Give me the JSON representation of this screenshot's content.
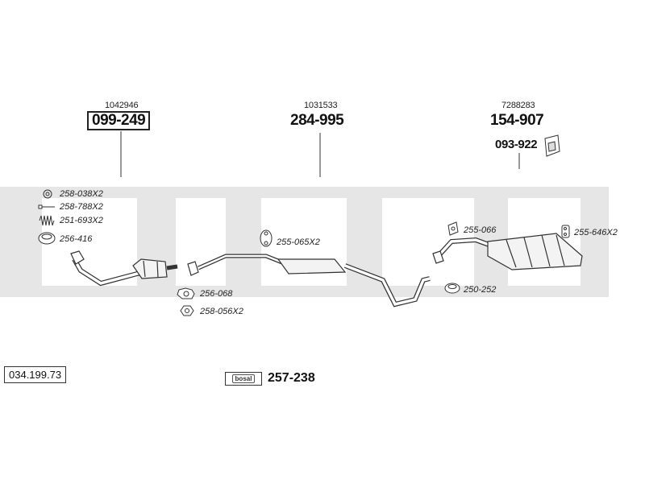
{
  "watermark": {
    "color": "#e6e6e6"
  },
  "groups": {
    "front": {
      "oem": "1042946",
      "part": "099-249"
    },
    "middle": {
      "oem": "1031533",
      "part": "284-995"
    },
    "rear": {
      "oem": "7288283",
      "part": "154-907",
      "bracket_part": "093-922"
    }
  },
  "fittings": {
    "f1": "258-038X2",
    "f2": "258-788X2",
    "f3": "251-693X2",
    "f4": "256-416",
    "f5": "256-068",
    "f6": "258-056X2",
    "f7": "255-065X2",
    "f8": "255-066",
    "f9": "255-646X2",
    "f10": "250-252"
  },
  "reference": "034.199.73",
  "logo": {
    "text": "bosal"
  },
  "set_part": "257-238"
}
